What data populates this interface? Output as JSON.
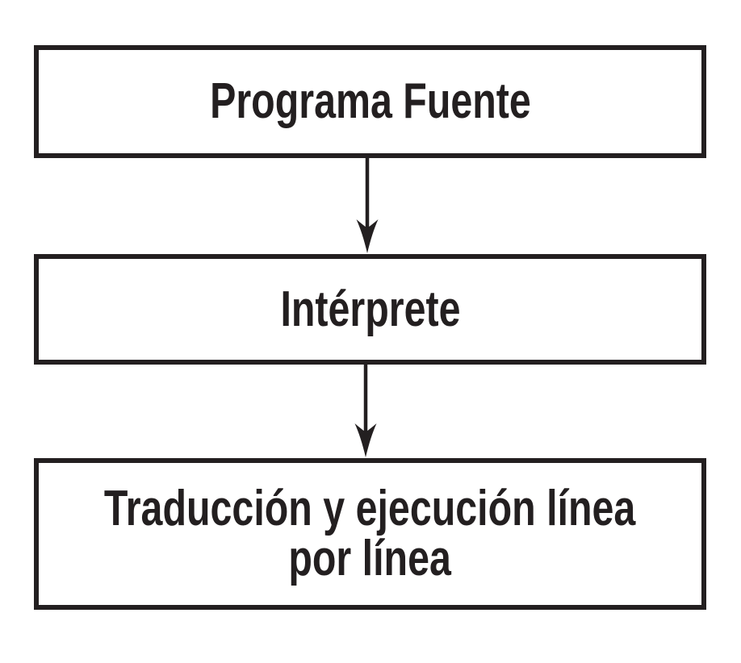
{
  "colors": {
    "background": "#ffffff",
    "stroke": "#231f20",
    "text": "#231f20"
  },
  "diagram": {
    "type": "flowchart",
    "direction": "top-down",
    "nodes": [
      {
        "id": "programa-fuente",
        "label": "Programa Fuente",
        "lines": [
          "Programa Fuente"
        ]
      },
      {
        "id": "interprete",
        "label": "Intérprete",
        "lines": [
          "Intérprete"
        ]
      },
      {
        "id": "traduccion-ejecucion",
        "label": "Traducción y ejecución línea por línea",
        "lines": [
          "Traducción y ejecución línea",
          "por línea"
        ]
      }
    ],
    "edges": [
      {
        "from": "programa-fuente",
        "to": "interprete",
        "style": "solid-arrow-down"
      },
      {
        "from": "interprete",
        "to": "traduccion-ejecucion",
        "style": "solid-arrow-down"
      }
    ]
  }
}
